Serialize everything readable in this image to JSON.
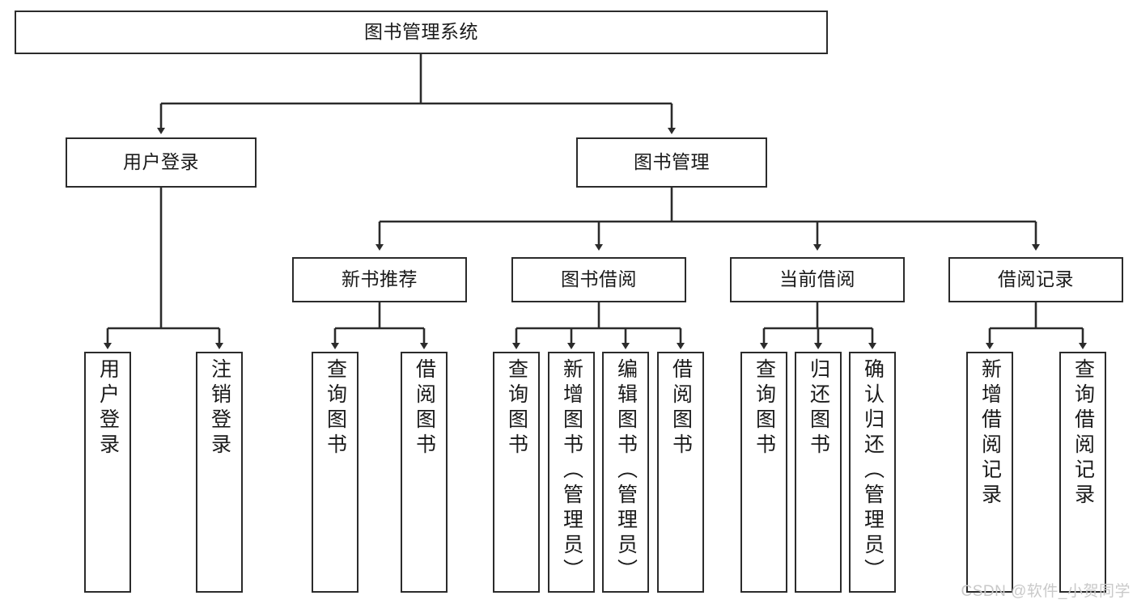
{
  "diagram": {
    "title": "图书管理系统",
    "type": "tree-hierarchy-chart",
    "root": {
      "label": "图书管理系统"
    },
    "level2": [
      {
        "label": "用户登录"
      },
      {
        "label": "图书管理"
      }
    ],
    "level3": [
      {
        "label": "新书推荐"
      },
      {
        "label": "图书借阅"
      },
      {
        "label": "当前借阅"
      },
      {
        "label": "借阅记录"
      }
    ],
    "leaves": {
      "user_login": [
        {
          "label": "用户登录"
        },
        {
          "label": "注销登录"
        }
      ],
      "new_book_recommend": [
        {
          "label": "查询图书"
        },
        {
          "label": "借阅图书"
        }
      ],
      "book_borrow": [
        {
          "label": "查询图书"
        },
        {
          "label": "新增图书（管理员）"
        },
        {
          "label": "编辑图书（管理员）"
        },
        {
          "label": "借阅图书"
        }
      ],
      "current_borrow": [
        {
          "label": "查询图书"
        },
        {
          "label": "归还图书"
        },
        {
          "label": "确认归还（管理员）"
        }
      ],
      "borrow_records": [
        {
          "label": "新增借阅记录"
        },
        {
          "label": "查询借阅记录"
        }
      ]
    }
  },
  "watermark": {
    "text": "CSDN @软件_小贺同学"
  },
  "colors": {
    "stroke": "#2b2b2b",
    "fill": "#ffffff",
    "text": "#1a1a1a",
    "watermark": "#c9c9c9"
  }
}
